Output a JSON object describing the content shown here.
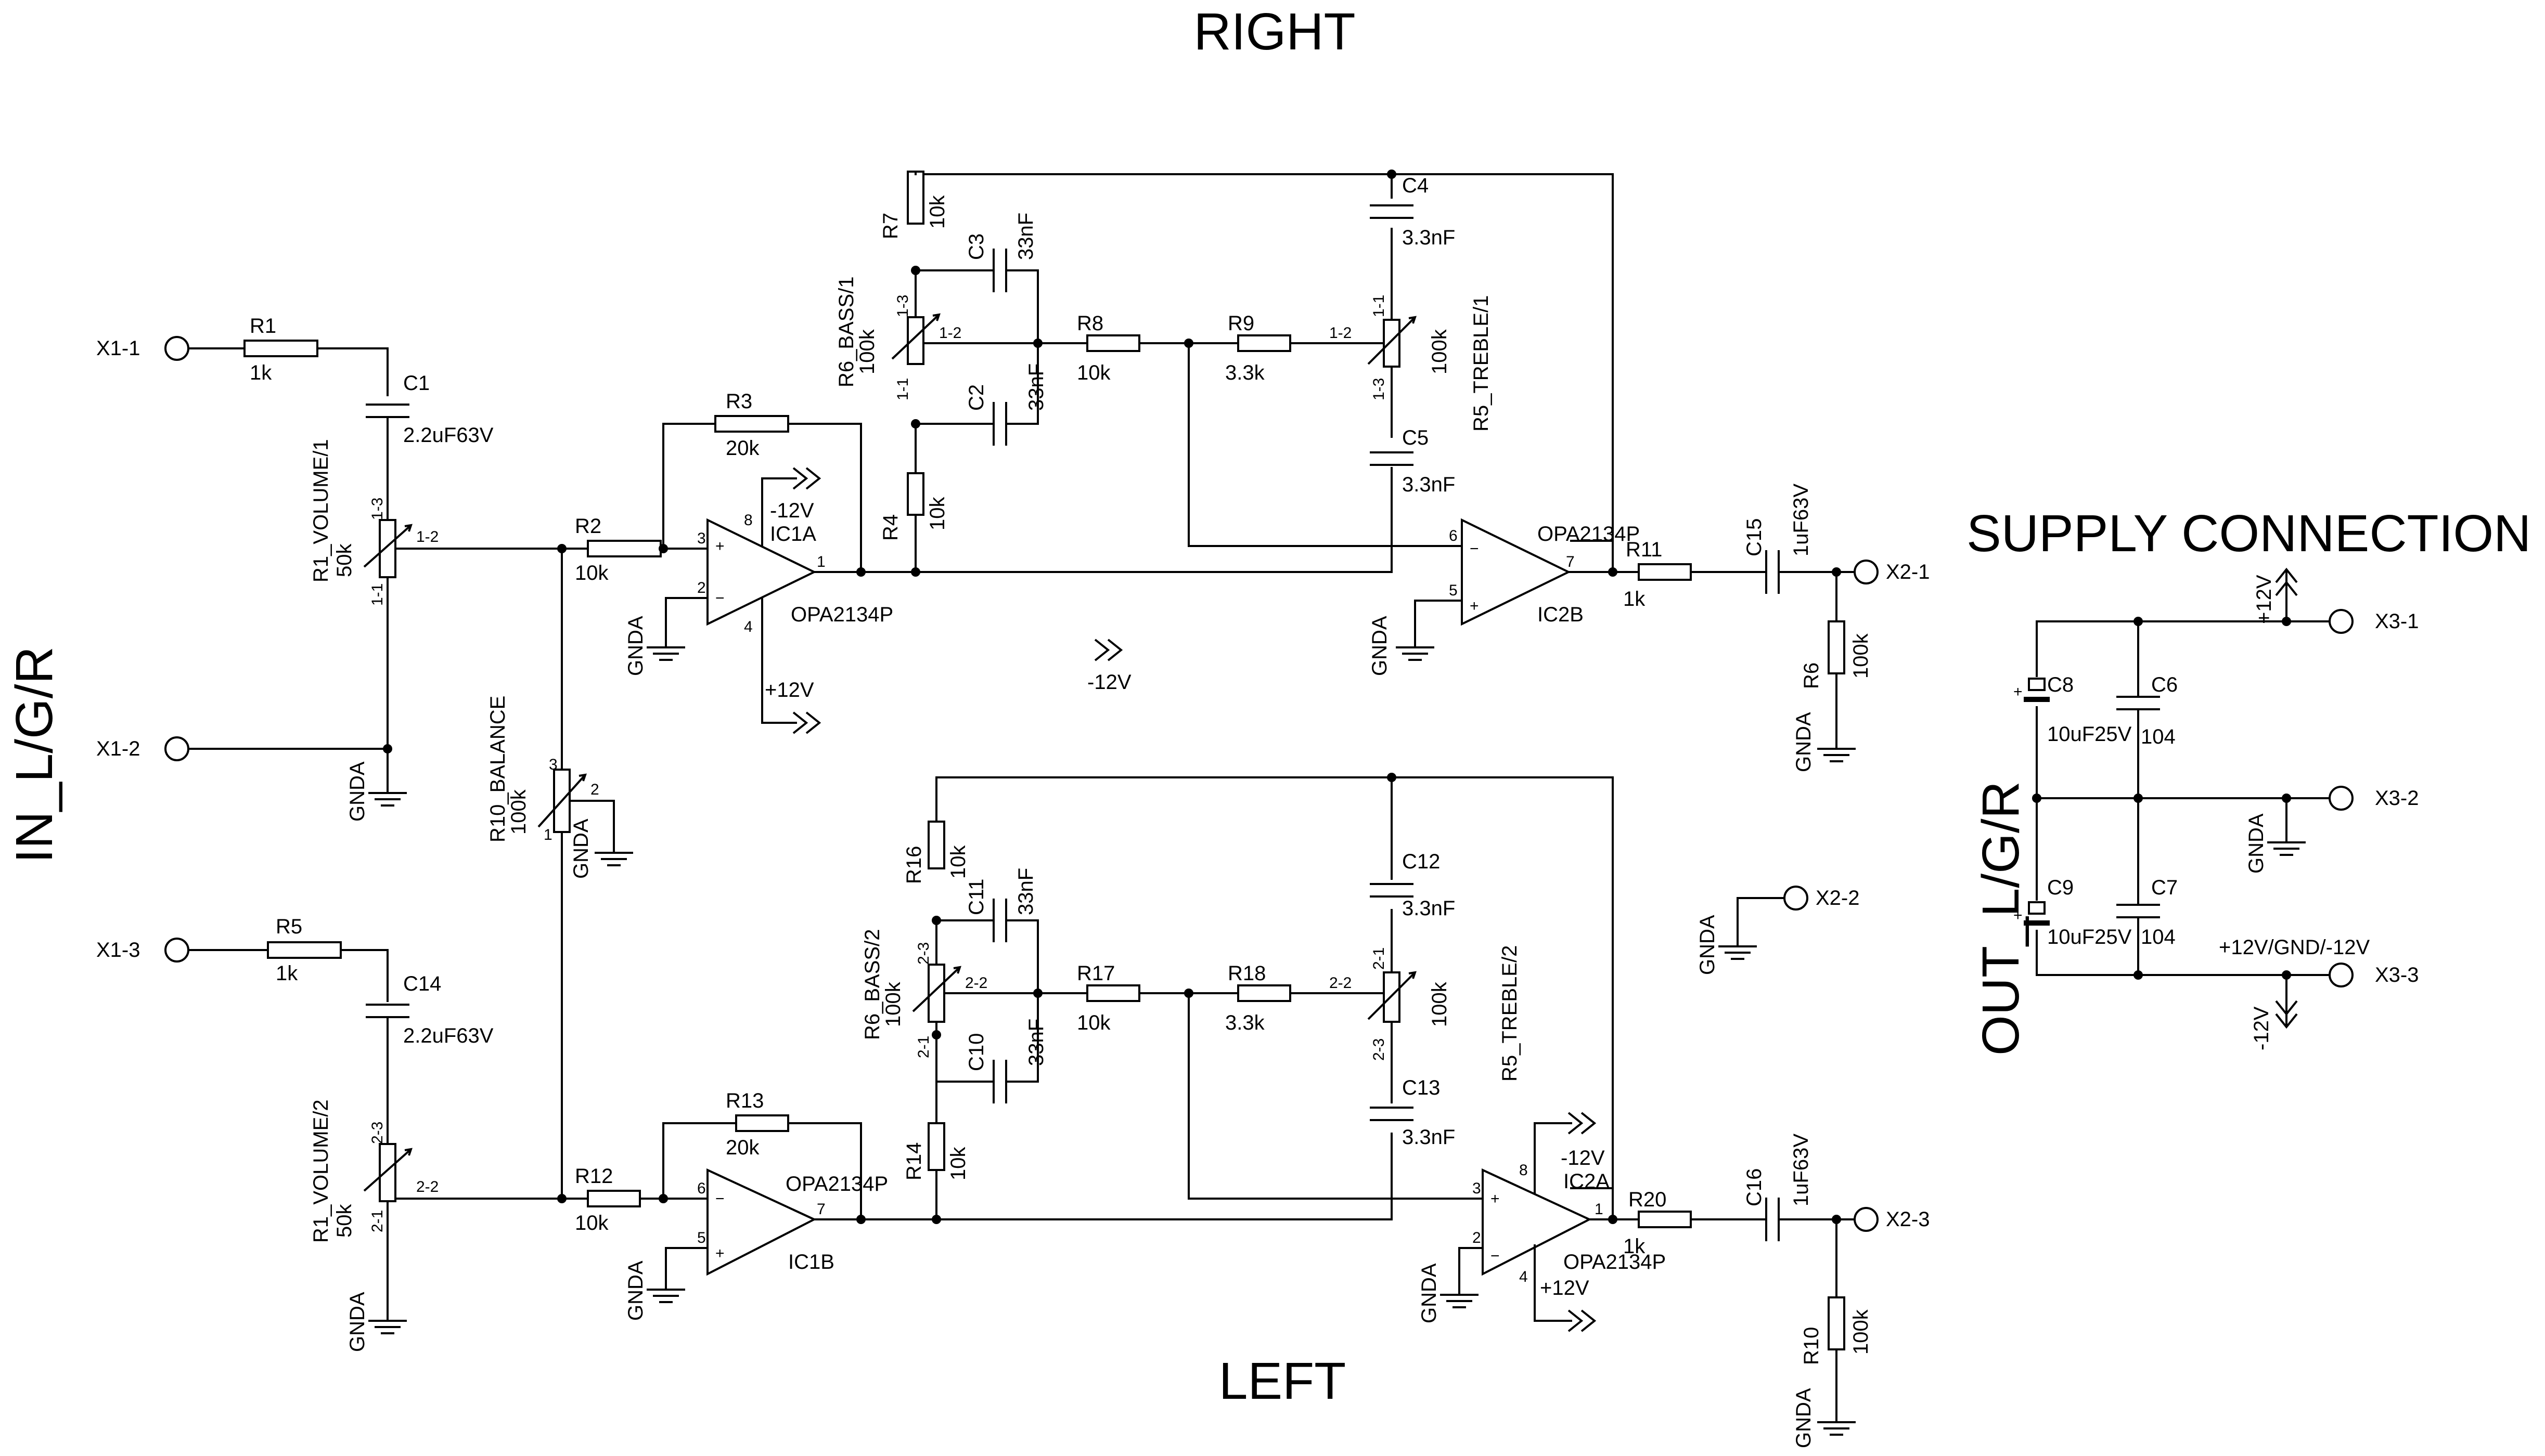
{
  "headings": {
    "right": "RIGHT",
    "left": "LEFT",
    "input": "IN_L/G/R",
    "output": "OUT_L/G/R",
    "supply": "SUPPLY CONNECTION"
  },
  "terminals": {
    "x1_1": "X1-1",
    "x1_2": "X1-2",
    "x1_3": "X1-3",
    "x2_1": "X2-1",
    "x2_2": "X2-2",
    "x2_3": "X2-3",
    "x3_1": "X3-1",
    "x3_2": "X3-2",
    "x3_3": "X3-3"
  },
  "gnd": "GNDA",
  "rails": {
    "pos": "+12V",
    "neg": "-12V",
    "supply_label": "+12V/GND/-12V"
  },
  "resistors": {
    "r1": {
      "name": "R1",
      "value": "1k"
    },
    "r2": {
      "name": "R2",
      "value": "10k"
    },
    "r3": {
      "name": "R3",
      "value": "20k"
    },
    "r4": {
      "name": "R4",
      "value": "10k"
    },
    "r5": {
      "name": "R5",
      "value": "1k"
    },
    "r6": {
      "name": "R6",
      "value": "100k"
    },
    "r7": {
      "name": "R7",
      "value": "10k"
    },
    "r8": {
      "name": "R8",
      "value": "10k"
    },
    "r9": {
      "name": "R9",
      "value": "3.3k"
    },
    "r10": {
      "name": "R10",
      "value": "100k"
    },
    "r11": {
      "name": "R11",
      "value": "1k"
    },
    "r12": {
      "name": "R12",
      "value": "10k"
    },
    "r13": {
      "name": "R13",
      "value": "20k"
    },
    "r14": {
      "name": "R14",
      "value": "10k"
    },
    "r16": {
      "name": "R16",
      "value": "10k"
    },
    "r17": {
      "name": "R17",
      "value": "10k"
    },
    "r18": {
      "name": "R18",
      "value": "3.3k"
    },
    "r20": {
      "name": "R20",
      "value": "1k"
    }
  },
  "capacitors": {
    "c1": {
      "name": "C1",
      "value": "2.2uF63V"
    },
    "c2": {
      "name": "C2",
      "value": "33nF"
    },
    "c3": {
      "name": "C3",
      "value": "33nF"
    },
    "c4": {
      "name": "C4",
      "value": "3.3nF"
    },
    "c5": {
      "name": "C5",
      "value": "3.3nF"
    },
    "c6": {
      "name": "C6",
      "value": "104"
    },
    "c7": {
      "name": "C7",
      "value": "104"
    },
    "c8": {
      "name": "C8",
      "value": "10uF25V"
    },
    "c9": {
      "name": "C9",
      "value": "10uF25V"
    },
    "c10": {
      "name": "C10",
      "value": "33nF"
    },
    "c11": {
      "name": "C11",
      "value": "33nF"
    },
    "c12": {
      "name": "C12",
      "value": "3.3nF"
    },
    "c13": {
      "name": "C13",
      "value": "3.3nF"
    },
    "c14": {
      "name": "C14",
      "value": "2.2uF63V"
    },
    "c15": {
      "name": "C15",
      "value": "1uF63V"
    },
    "c16": {
      "name": "C16",
      "value": "1uF63V"
    }
  },
  "pots": {
    "vol1": {
      "name": "R1_VOLUME/1",
      "value": "50k",
      "p1": "1-1",
      "p2": "1-2",
      "p3": "1-3"
    },
    "vol2": {
      "name": "R1_VOLUME/2",
      "value": "50k",
      "p1": "2-1",
      "p2": "2-2",
      "p3": "2-3"
    },
    "bal": {
      "name": "R10_BALANCE",
      "value": "100k",
      "p1": "1",
      "p2": "2",
      "p3": "3"
    },
    "bass1": {
      "name": "R6_BASS/1",
      "value": "100k",
      "p1": "1-1",
      "p2": "1-2",
      "p3": "1-3"
    },
    "bass2": {
      "name": "R6_BASS/2",
      "value": "100k",
      "p1": "2-1",
      "p2": "2-2",
      "p3": "2-3"
    },
    "treb1": {
      "name": "R5_TREBLE/1",
      "value": "100k",
      "p1": "1-1",
      "p2": "1-2",
      "p3": "1-3"
    },
    "treb2": {
      "name": "R5_TREBLE/2",
      "value": "100k",
      "p1": "2-1",
      "p2": "2-2",
      "p3": "2-3"
    }
  },
  "opamps": {
    "ic1a": {
      "name": "IC1A",
      "part": "OPA2134P"
    },
    "ic1b": {
      "name": "IC1B",
      "part": "OPA2134P"
    },
    "ic2a": {
      "name": "IC2A",
      "part": "OPA2134P"
    },
    "ic2b": {
      "name": "IC2B",
      "part": "OPA2134P"
    }
  },
  "pins": {
    "p1": "1",
    "p2": "2",
    "p3": "3",
    "p4": "4",
    "p5": "5",
    "p6": "6",
    "p7": "7",
    "p8": "8"
  }
}
